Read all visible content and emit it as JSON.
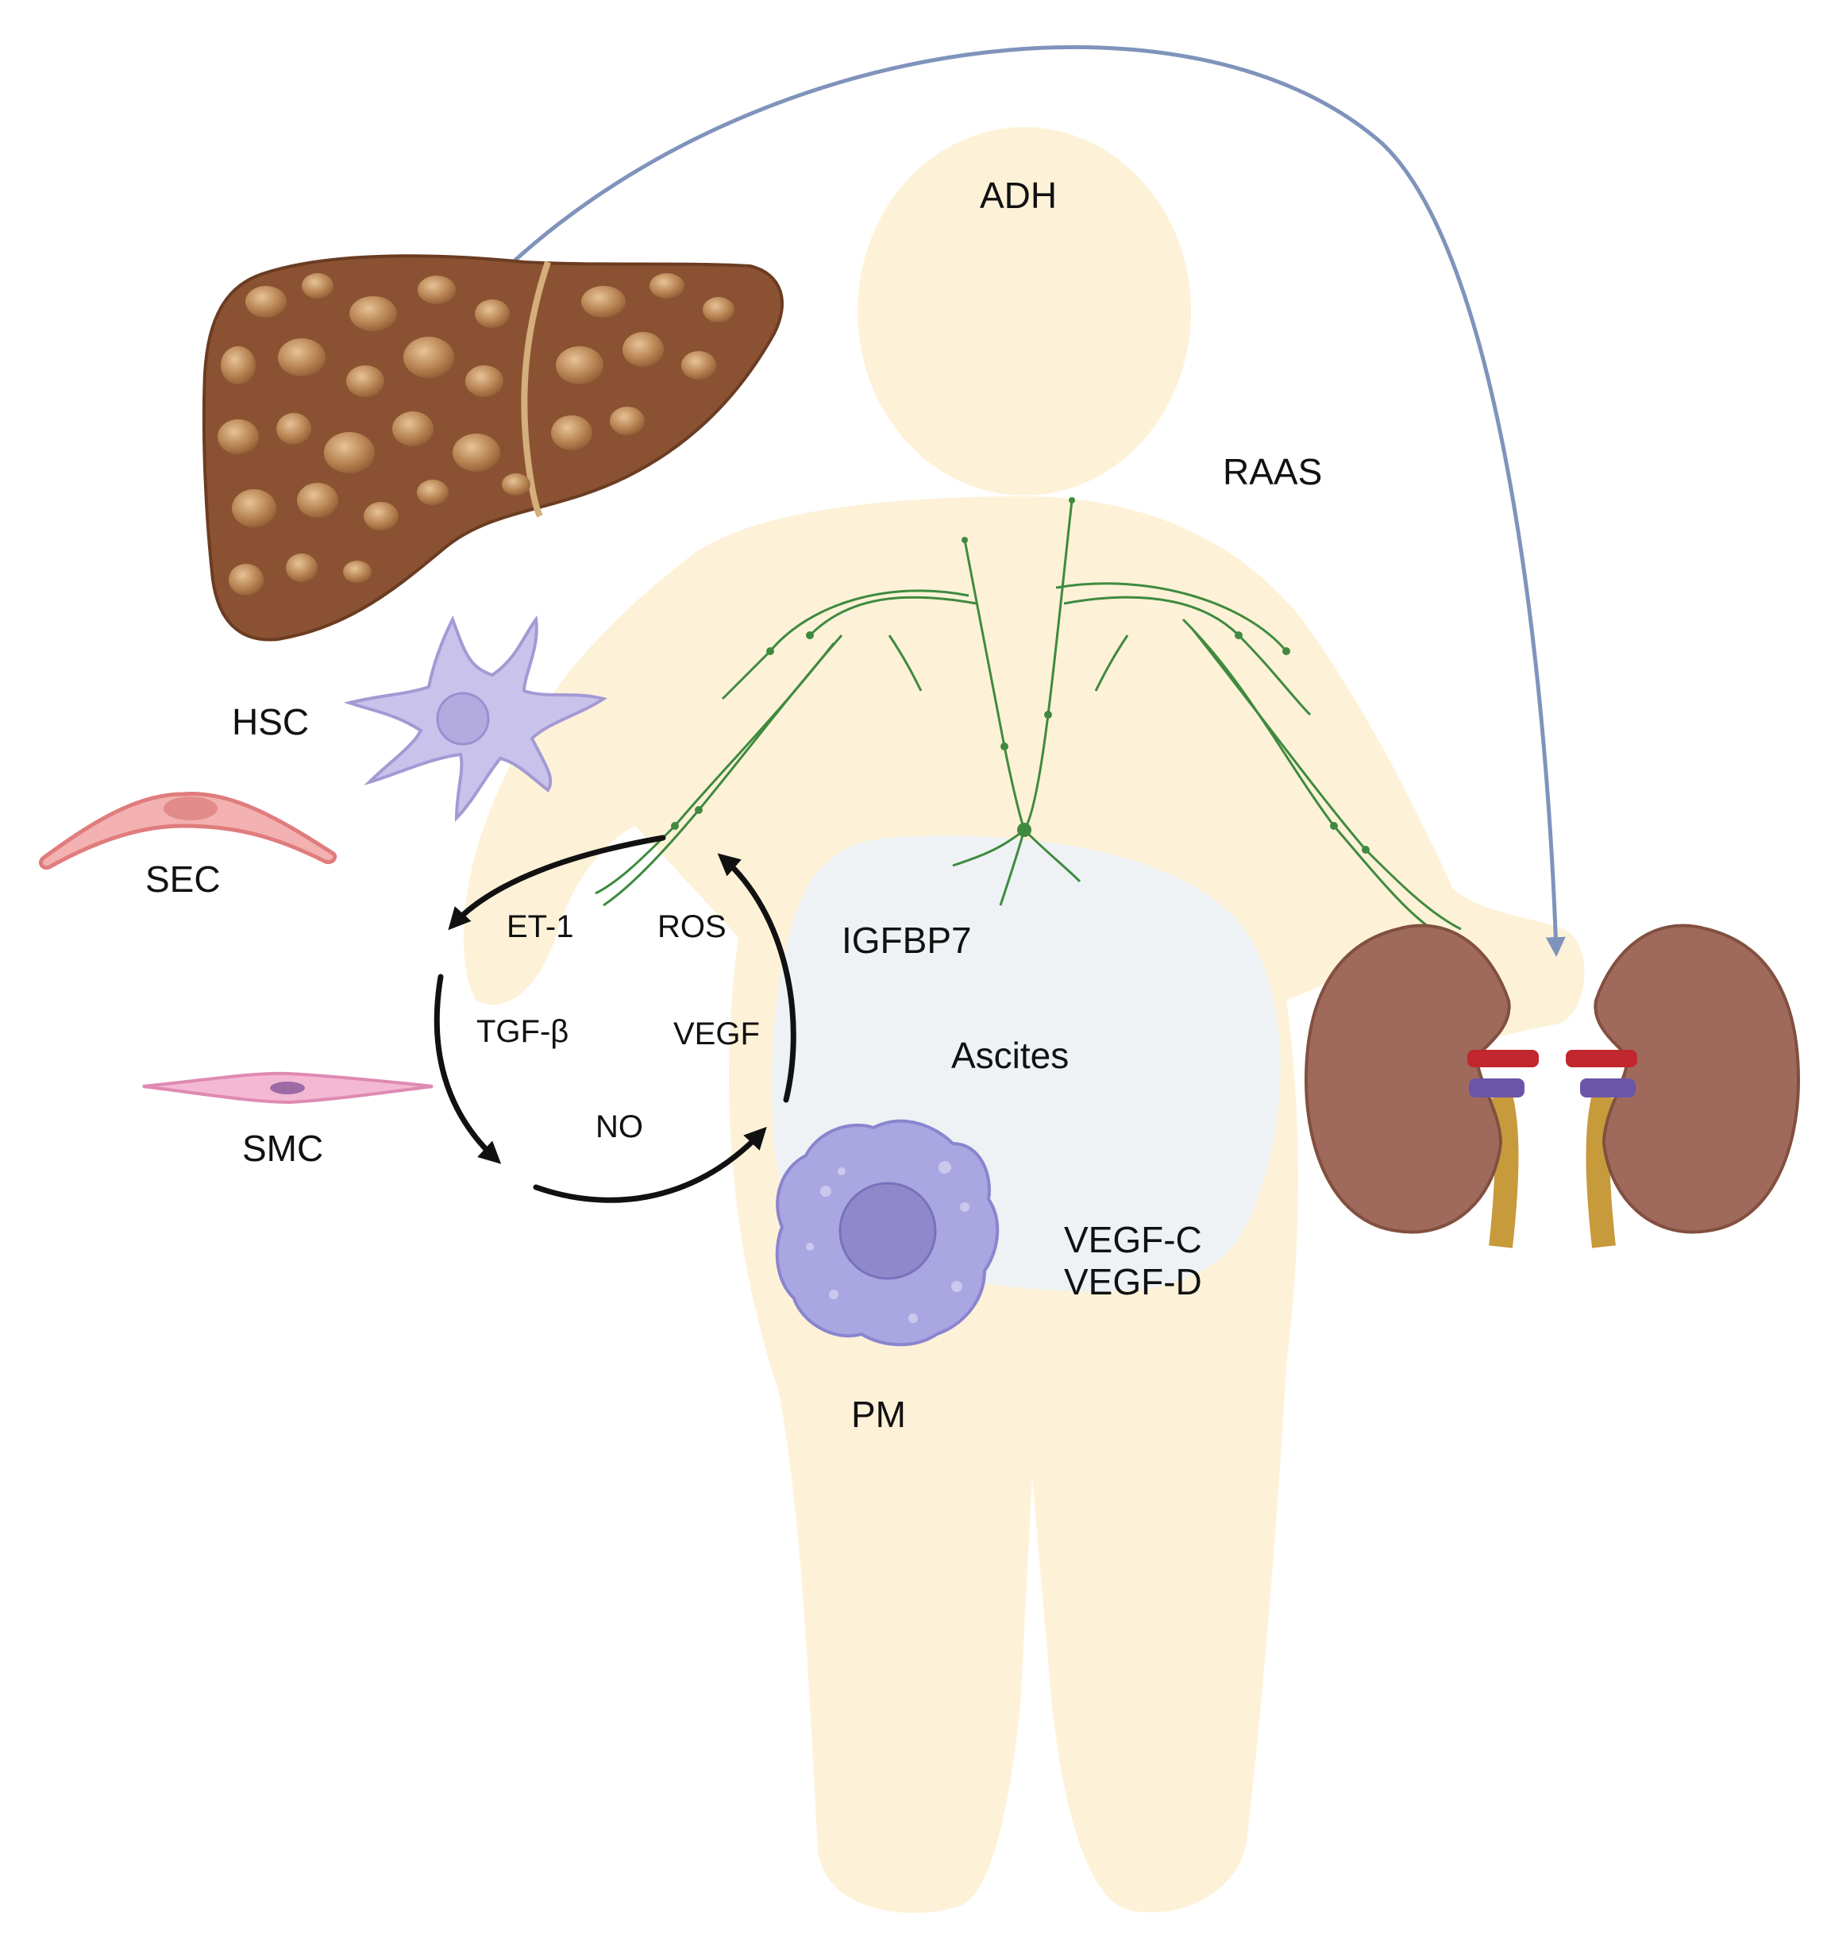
{
  "labels": {
    "adh": "ADH",
    "raas": "RAAS",
    "hsc": "HSC",
    "sec": "SEC",
    "smc": "SMC",
    "pm": "PM",
    "igfbp7": "IGFBP7",
    "ascites": "Ascites",
    "vegf_c": "VEGF-C",
    "vegf_d": "VEGF-D"
  },
  "cycle": {
    "et1": "ET-1",
    "ros": "ROS",
    "tgf_beta": "TGF-β",
    "vegf": "VEGF",
    "no": "NO"
  },
  "colors": {
    "body": "#fdf2d8",
    "ascites": "#eef2f4",
    "liver": "#8a5232",
    "liver_nodule": "#c08d5c",
    "kidney": "#9f6a5c",
    "arrow": "#7f93bb",
    "lymph": "#3f8a3f",
    "hsc": "#c9c3ec",
    "sec": "#f3b1b1",
    "smc": "#f4b8d3",
    "pm": "#aaa6e1"
  }
}
